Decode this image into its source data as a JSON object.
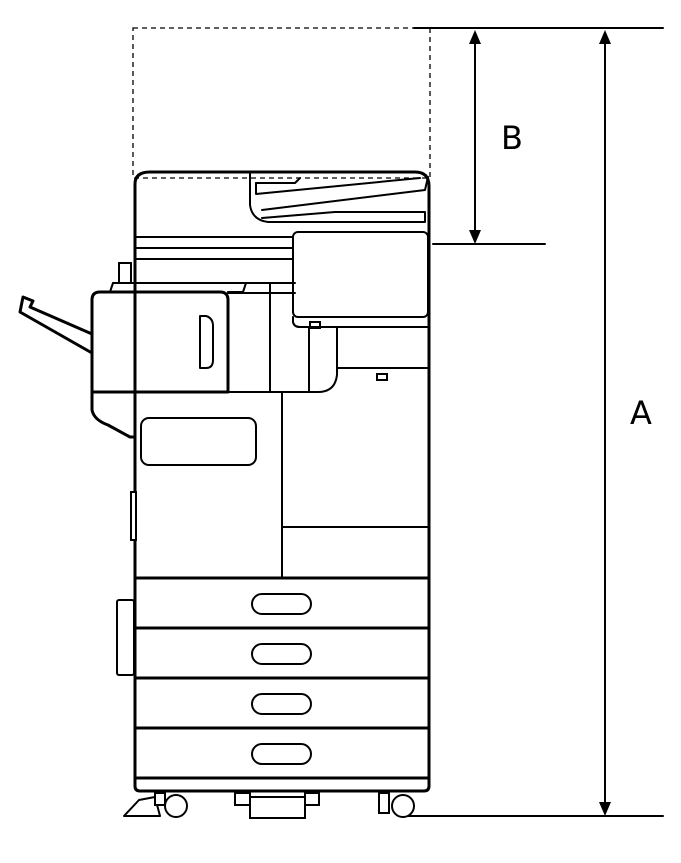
{
  "diagram": {
    "subject": "printer-side-view-dimensions",
    "labels": {
      "a": "A",
      "b": "B"
    },
    "paper_drawers": 4,
    "colors": {
      "line": "#000000",
      "background": "#ffffff"
    }
  }
}
